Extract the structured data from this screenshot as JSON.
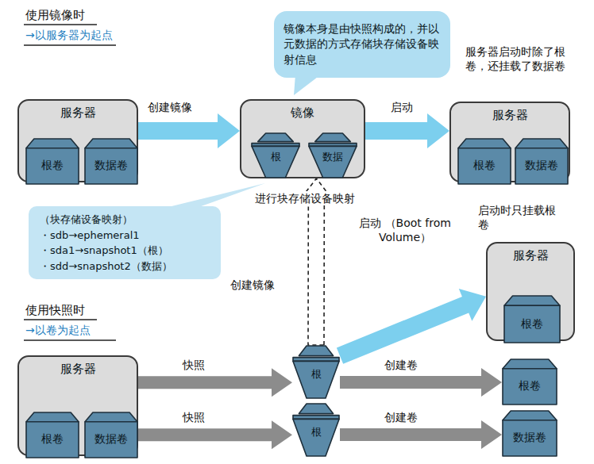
{
  "diagram": {
    "nodes": [
      {
        "text": [
          "镜像本身是由快照构成的，并以元数据的方式存储块存储设备映射信息"
        ]
      },
      {
        "text": [
          "服务器"
        ]
      },
      {
        "text": [
          "根卷"
        ],
        "in": 1
      },
      {
        "text": [
          "数据卷"
        ],
        "in": 1
      },
      {
        "text": [
          "镜像"
        ]
      },
      {
        "text": [
          "根"
        ],
        "in": 4
      },
      {
        "text": [
          "数据"
        ],
        "in": 4
      },
      {
        "text": [
          "服务器"
        ]
      },
      {
        "text": [
          "根卷"
        ],
        "in": 7
      },
      {
        "text": [
          "数据卷"
        ],
        "in": 7
      },
      {
        "text": [
          "（块存储设备映射）",
          "・sdb→ephemeral1",
          "・sda1→snapshot1（根）",
          "・sdd→snapshot2（数据）"
        ]
      },
      {
        "text": [
          "服务器"
        ]
      },
      {
        "text": [
          "根卷"
        ],
        "in": 11
      },
      {
        "text": [
          "服务器"
        ]
      },
      {
        "text": [
          "根卷"
        ],
        "in": 13
      },
      {
        "text": [
          "数据卷"
        ],
        "in": 13
      },
      {
        "text": [
          "根"
        ]
      },
      {
        "text": [
          "根"
        ]
      },
      {
        "text": [
          "根卷"
        ]
      },
      {
        "text": [
          "数据卷"
        ]
      }
    ],
    "edges": [
      {
        "from": 1,
        "to": 4,
        "label": "创建镜像",
        "arrow": "to"
      },
      {
        "from": 4,
        "to": 7,
        "label": "启动",
        "arrow": "to"
      },
      {
        "from": 16,
        "to": 4,
        "label": "创建镜像",
        "arrow": "to"
      },
      {
        "from": 16,
        "to": 11,
        "label": "启动 （Boot from Volume）",
        "arrow": "to"
      },
      {
        "from": 13,
        "to": 16,
        "label": "快照",
        "arrow": "to"
      },
      {
        "from": 13,
        "to": 17,
        "label": "快照",
        "arrow": "to"
      },
      {
        "from": 16,
        "to": 18,
        "label": "创建卷",
        "arrow": "to"
      },
      {
        "from": 17,
        "to": 19,
        "label": "创建卷",
        "arrow": "to"
      }
    ],
    "labels": [
      "使用镜像时",
      "→以服务器为起点",
      "服务器启动时除了根卷，还挂载了数据卷",
      "进行块存储设备映射",
      "启动时只挂载根卷",
      "使用快照时",
      "→以卷为起点"
    ]
  }
}
